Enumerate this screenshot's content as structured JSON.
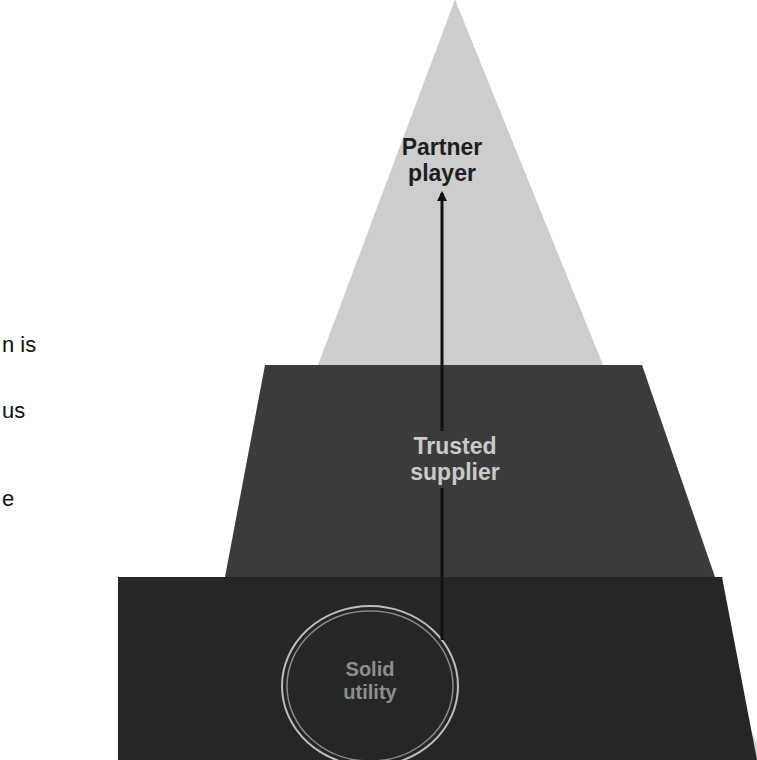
{
  "diagram": {
    "nodes": [
      {
        "text": [
          "Partner player"
        ]
      },
      {
        "text": [
          "Trusted supplier"
        ]
      },
      {
        "text": [
          "Solid utility"
        ]
      }
    ],
    "edges": [
      {
        "from": 2,
        "to": 0,
        "arrow": "to"
      }
    ],
    "labels": [
      "n is",
      "us",
      "e"
    ]
  }
}
